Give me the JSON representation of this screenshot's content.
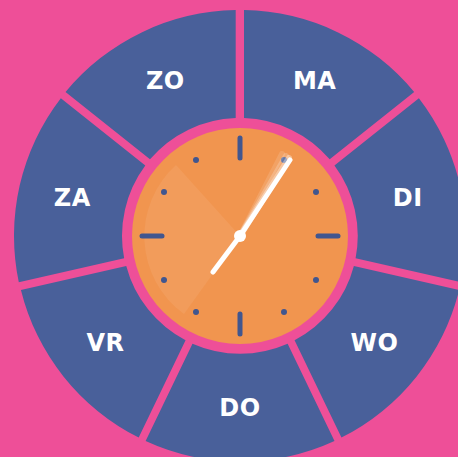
{
  "diagram": {
    "nodes": [
      {
        "text": [
          "ZO"
        ]
      },
      {
        "text": [
          "MA"
        ]
      },
      {
        "text": [
          "DI"
        ]
      },
      {
        "text": [
          "WO"
        ]
      },
      {
        "text": [
          "DO"
        ]
      },
      {
        "text": [
          "VR"
        ]
      },
      {
        "text": [
          "ZA"
        ]
      }
    ]
  }
}
